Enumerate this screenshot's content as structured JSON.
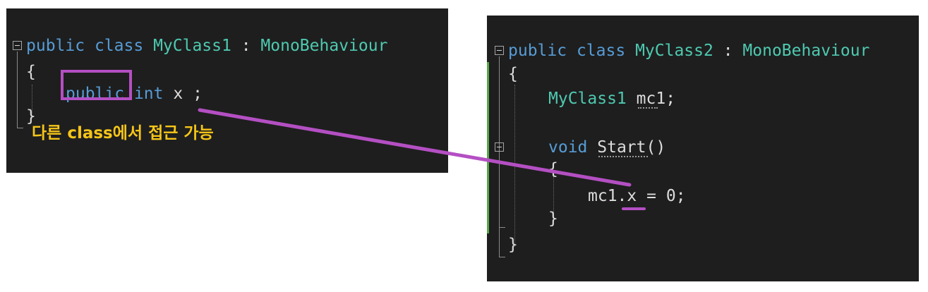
{
  "left_panel": {
    "class_line": {
      "kw1": "public",
      "kw2": "class",
      "name": "MyClass1",
      "sep": ":",
      "base": "MonoBehaviour"
    },
    "open_brace": "{",
    "field_line": {
      "modifier": "public",
      "type": "int",
      "name": "x",
      "end": ";"
    },
    "close_brace": "}",
    "annotation": "다른 class에서 접근 가능"
  },
  "right_panel": {
    "class_line": {
      "kw1": "public",
      "kw2": "class",
      "name": "MyClass2",
      "sep": ":",
      "base": "MonoBehaviour"
    },
    "open_brace": "{",
    "field_line": {
      "type": "MyClass1",
      "name": "mc1",
      "end": ";"
    },
    "method_line": {
      "kw": "void",
      "name": "Start",
      "parens": "()"
    },
    "method_open": "{",
    "assign_line": {
      "obj": "mc1",
      "dot": ".",
      "member": "x",
      "op": "=",
      "value": "0",
      "end": ";"
    },
    "method_close": "}",
    "close_brace": "}"
  },
  "colors": {
    "keyword": "#569cd6",
    "type": "#4ec9b0",
    "text": "#dcdcdc",
    "annotation": "#f5c518",
    "highlight": "#b44fc3",
    "change_bar": "#57a64a"
  }
}
